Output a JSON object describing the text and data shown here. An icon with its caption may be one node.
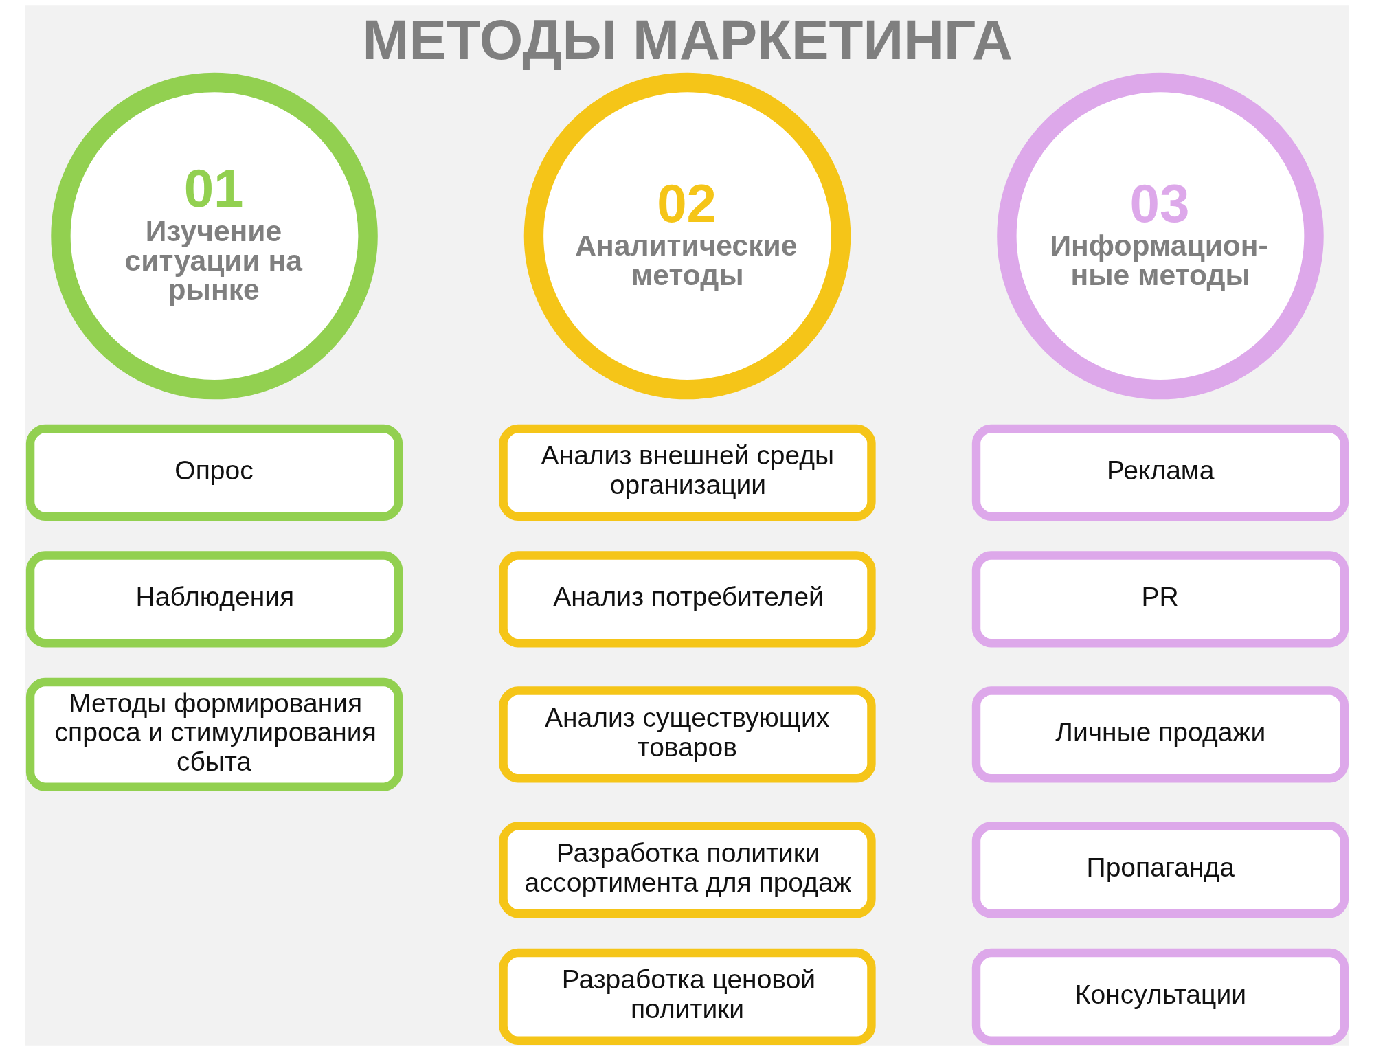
{
  "diagram": {
    "title": "МЕТОДЫ МАРКЕТИНГА",
    "nodes": [
      {
        "text": [
          "01",
          "Изучение ситуации на рынке"
        ]
      },
      {
        "text": [
          "02",
          "Аналитические методы"
        ]
      },
      {
        "text": [
          "03",
          "Информацион- ные методы"
        ]
      },
      {
        "text": [
          "Опрос"
        ]
      },
      {
        "text": [
          "Наблюдения"
        ]
      },
      {
        "text": [
          "Методы формирования спроса и стимулирования сбыта"
        ]
      },
      {
        "text": [
          "Анализ внешней среды организации"
        ]
      },
      {
        "text": [
          "Анализ потребителей"
        ]
      },
      {
        "text": [
          "Анализ существующих товаров"
        ]
      },
      {
        "text": [
          "Разработка политики ассортимента для продаж"
        ]
      },
      {
        "text": [
          "Разработка ценовой политики"
        ]
      },
      {
        "text": [
          "Реклама"
        ]
      },
      {
        "text": [
          "PR"
        ]
      },
      {
        "text": [
          "Личные продажи"
        ]
      },
      {
        "text": [
          "Пропаганда"
        ]
      },
      {
        "text": [
          "Консультации"
        ]
      }
    ]
  }
}
